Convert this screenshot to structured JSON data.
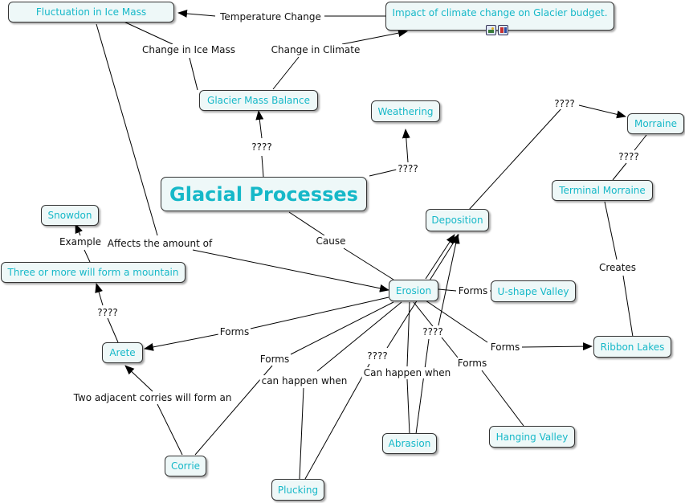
{
  "nodes": {
    "fluctuation": "Fluctuation in Ice Mass",
    "impact": "Impact of climate change on Glacier budget.",
    "glacier_mass_balance": "Glacier Mass Balance",
    "weathering": "Weathering",
    "morraine": "Morraine",
    "terminal_morraine": "Terminal Morraine",
    "glacial_processes": "Glacial Processes",
    "deposition": "Deposition",
    "snowdon": "Snowdon",
    "three_or_more": "Three or more will form a mountain",
    "erosion": "Erosion",
    "u_shape_valley": "U-shape Valley",
    "arete": "Arete",
    "ribbon_lakes": "Ribbon Lakes",
    "abrasion": "Abrasion",
    "hanging_valley": "Hanging Valley",
    "corrie": "Corrie",
    "plucking": "Plucking"
  },
  "labels": {
    "temperature_change": "Temperature Change",
    "change_in_ice_mass": "Change in Ice Mass",
    "change_in_climate": "Change in Climate",
    "q_morraine": "????",
    "q_glacier": "????",
    "q_weathering": "????",
    "q_terminal": "????",
    "example": "Example",
    "affects_amount": "Affects the amount of",
    "cause": "Cause",
    "creates": "Creates",
    "forms_u": "Forms",
    "q_arete": "????",
    "forms_arete": "Forms",
    "forms_corrie": "Forms",
    "forms_ribbon": "Forms",
    "forms_hanging": "Forms",
    "q_abrasion": "????",
    "q_plucking": "????",
    "can_happen_when_plucking": "can happen when",
    "can_happen_when_abrasion": "Can happen when",
    "two_adjacent": "Two adjacent corries will form an"
  },
  "resource_icons": [
    "image-icon",
    "document-icon"
  ]
}
